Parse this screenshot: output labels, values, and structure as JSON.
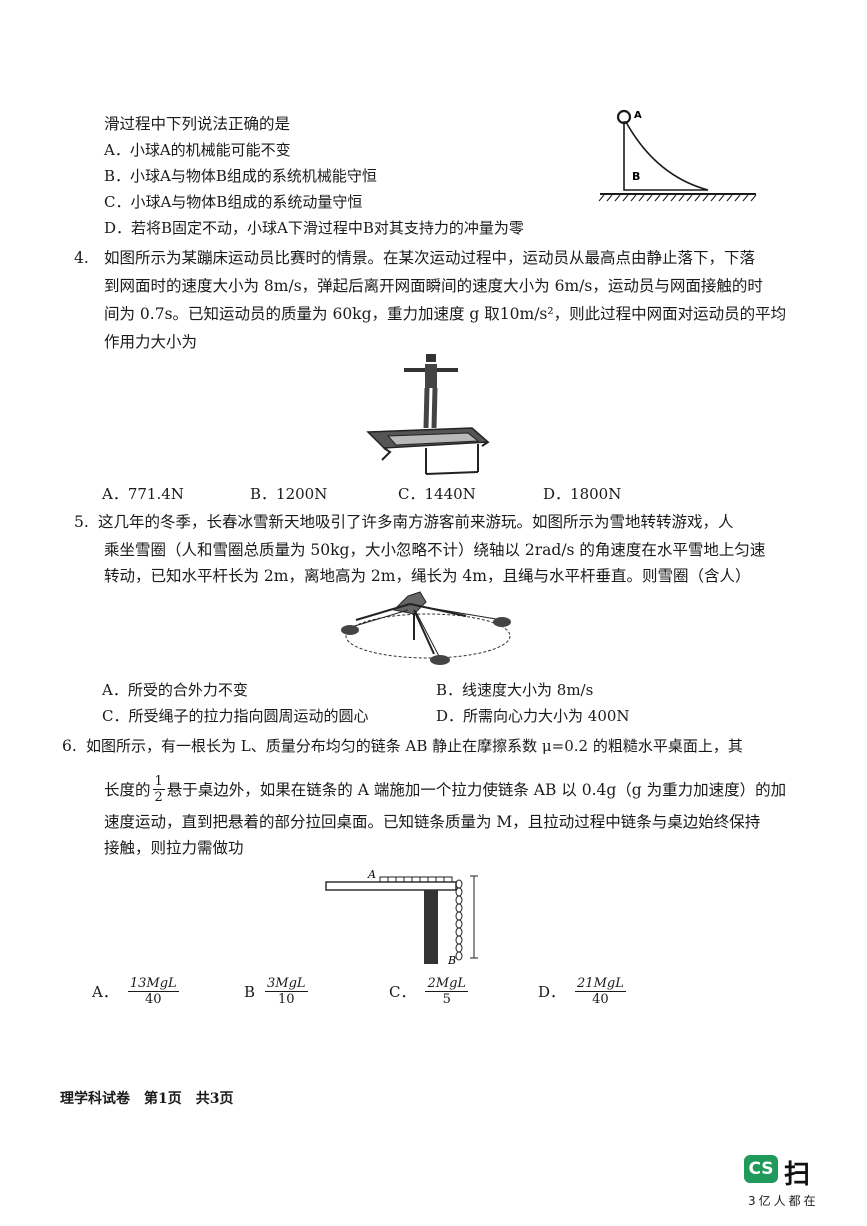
{
  "q3": {
    "stem_tail": "滑过程中下列说法正确的是",
    "options": [
      "A．小球A的机械能可能不变",
      "B．小球A与物体B组成的系统机械能守恒",
      "C．小球A与物体B组成的系统动量守恒",
      "D．若将B固定不动，小球A下滑过程中B对其支持力的冲量为零"
    ],
    "fig_label_a": "A",
    "fig_label_b": "B"
  },
  "q4": {
    "number": "4.",
    "lines": [
      "如图所示为某蹦床运动员比赛时的情景。在某次运动过程中，运动员从最高点由静止落下，下落",
      "到网面时的速度大小为 8m/s，弹起后离开网面瞬间的速度大小为 6m/s，运动员与网面接触的时",
      "间为 0.7s。已知运动员的质量为 60kg，重力加速度 g 取10m/s²，则此过程中网面对运动员的平均",
      "作用力大小为"
    ],
    "options": [
      "A．771.4N",
      "B．1200N",
      "C．1440N",
      "D．1800N"
    ]
  },
  "q5": {
    "number": "5.",
    "lines": [
      "这几年的冬季，长春冰雪新天地吸引了许多南方游客前来游玩。如图所示为雪地转转游戏，人",
      "乘坐雪圈（人和雪圈总质量为 50kg，大小忽略不计）绕轴以 2rad/s 的角速度在水平雪地上匀速",
      "转动，已知水平杆长为 2m，离地高为 2m，绳长为 4m，且绳与水平杆垂直。则雪圈（含人）"
    ],
    "options": [
      "A．所受的合外力不变",
      "B．线速度大小为 8m/s",
      "C．所受绳子的拉力指向圆周运动的圆心",
      "D．所需向心力大小为 400N"
    ]
  },
  "q6": {
    "number": "6.",
    "line1": "如图所示，有一根长为 L、质量分布均匀的链条 AB 静止在摩擦系数 μ=0.2 的粗糙水平桌面上，其",
    "line2_pre": "长度的",
    "frac_num": "1",
    "frac_den": "2",
    "line2_post": "悬于桌边外，如果在链条的 A 端施加一个拉力使链条 AB 以 0.4g（g 为重力加速度）的加",
    "line3": "速度运动，直到把悬着的部分拉回桌面。已知链条质量为 M，且拉动过程中链条与桌边始终保持",
    "line4": "接触，则拉力需做功",
    "fig_label_a": "A",
    "fig_label_b": "B",
    "options": [
      {
        "label": "A．",
        "num": "13MgL",
        "den": "40"
      },
      {
        "label": "B",
        "num": "3MgL",
        "den": "10"
      },
      {
        "label": "C．",
        "num": "2MgL",
        "den": "5"
      },
      {
        "label": "D．",
        "num": "21MgL",
        "den": "40"
      }
    ]
  },
  "footer": {
    "text": "理学科试卷　第1页　共3页"
  },
  "watermark": {
    "logo": "CS",
    "char": "扫",
    "sub": "3亿人都在"
  }
}
